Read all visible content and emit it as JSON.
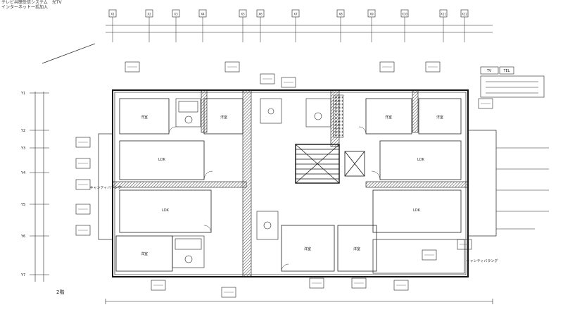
{
  "header": {
    "line1": "テレビ共聴受信システム　光TV",
    "line2": "インターネット一括加入"
  },
  "floor_label": "2階",
  "rooms": {
    "ldk_label": "LDK",
    "bedroom_label": "洋室",
    "balcony_label": "キャンティバラング",
    "balcony_label_left": "キャンティバラング"
  },
  "grid": {
    "top_markers": [
      "X1",
      "X2",
      "X3",
      "X4",
      "X5",
      "X6",
      "X7",
      "X8",
      "X9",
      "X10",
      "X11",
      "X12"
    ],
    "left_markers": [
      "Y1",
      "Y2",
      "Y3",
      "Y4",
      "Y5",
      "Y6",
      "Y7"
    ]
  },
  "legend": {
    "items": [
      "TV",
      "TEL"
    ]
  },
  "colors": {
    "line": "#1a1a1a",
    "hatch": "#555555",
    "paper": "#ffffff"
  }
}
